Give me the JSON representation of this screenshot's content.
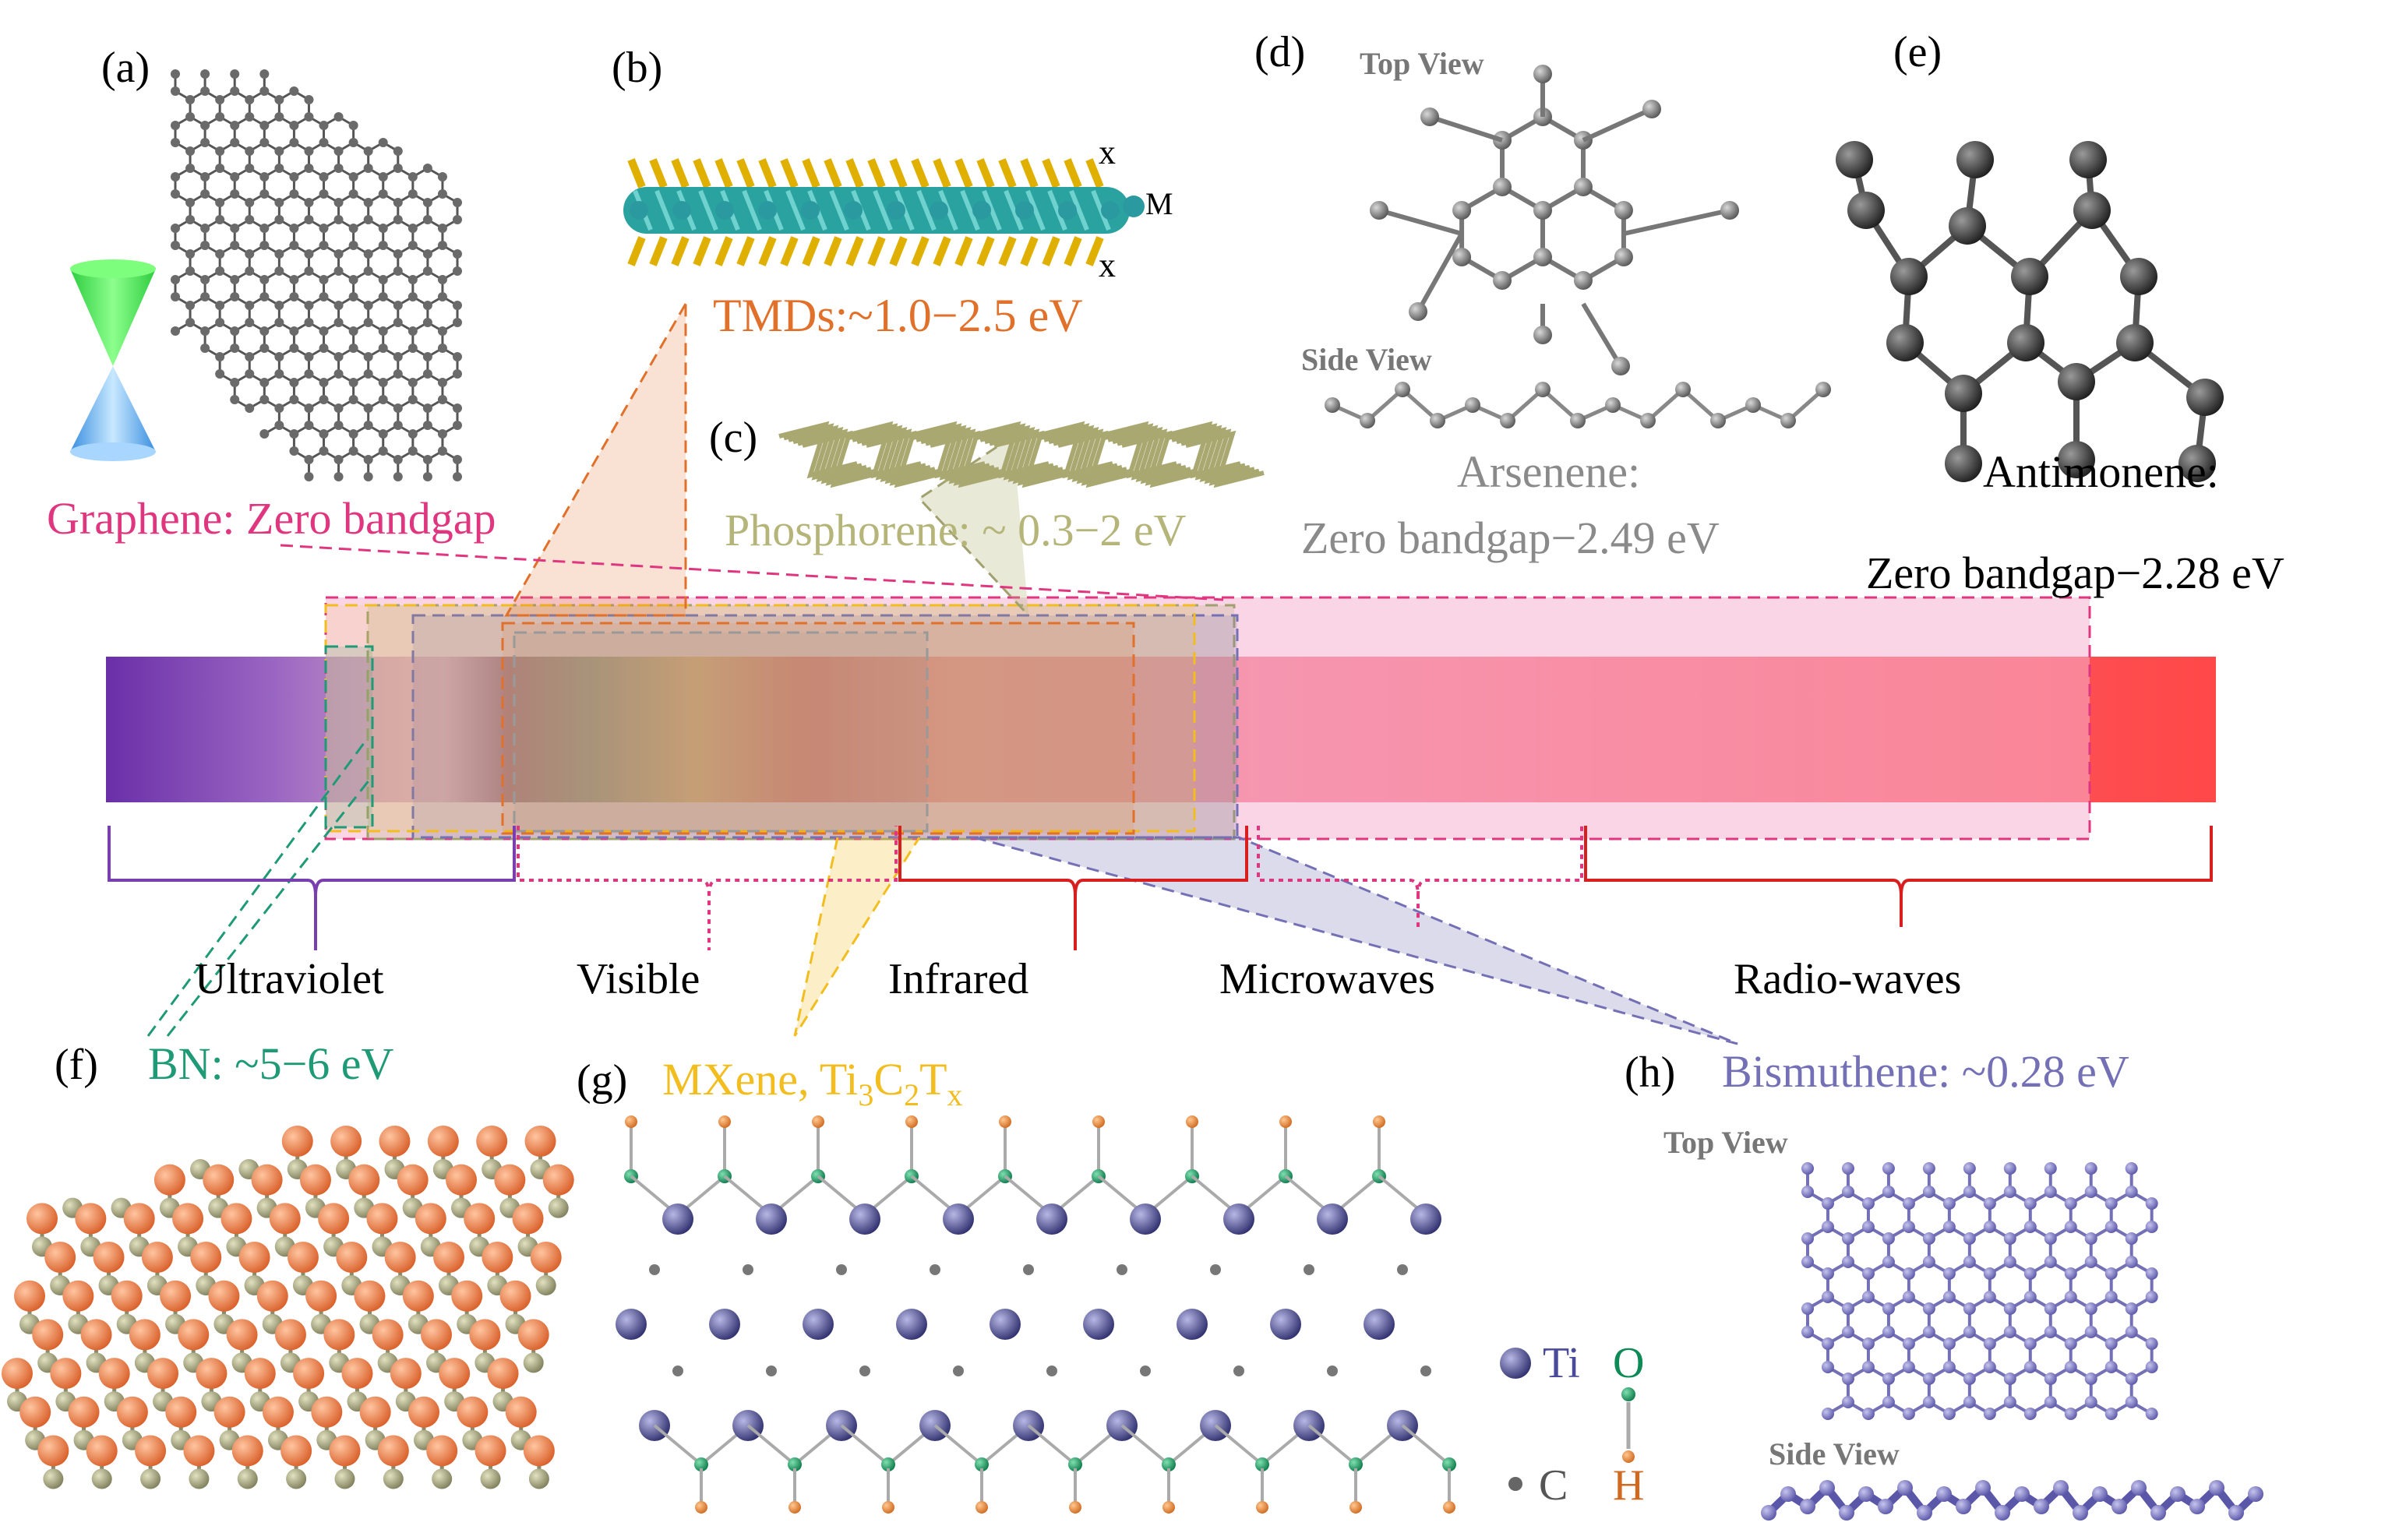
{
  "panels": {
    "a": "(a)",
    "b": "(b)",
    "c": "(c)",
    "d": "(d)",
    "e": "(e)",
    "f": "(f)",
    "g": "(g)",
    "h": "(h)"
  },
  "materials": {
    "graphene": "Graphene: Zero bandgap",
    "tmds": "TMDs:~1.0−2.5 eV",
    "phosphorene": "Phosphorene: ~ 0.3−2 eV",
    "arsenene_name": "Arsenene:",
    "arsenene_gap": "Zero bandgap−2.49 eV",
    "antimonene_name": "Antimonene:",
    "antimonene_gap": "Zero bandgap−2.28 eV",
    "bn": "BN: ~5−6 eV",
    "mxene_prefix": "MXene, Ti",
    "mxene_s1": "3",
    "mxene_c": "C",
    "mxene_s2": "2",
    "mxene_t": "T",
    "mxene_s3": "x",
    "bismuthene": "Bismuthene: ~0.28 eV"
  },
  "views": {
    "d_top": "Top View",
    "d_side": "Side View",
    "h_top": "Top View",
    "h_side": "Side View"
  },
  "atoms": {
    "x_top": "x",
    "m": "M",
    "x_bottom": "x"
  },
  "legend": {
    "ti": "Ti",
    "o": "O",
    "c": "C",
    "h": "H"
  },
  "spectrum": {
    "bands": [
      "Ultraviolet",
      "Visible",
      "Infrared",
      "Microwaves",
      "Radio-waves"
    ]
  },
  "colors": {
    "graphene": "#e0367f",
    "tmds": "#e0702a",
    "phosphorene": "#b5b57a",
    "arsenene": "#8a8a8a",
    "bn": "#1f9a76",
    "mxene": "#f2bd1e",
    "bismuthene": "#7470b5",
    "ultraviolet": "#7a3fae",
    "visible": "#e0367f",
    "infrared": "#d81e1e",
    "microwaves": "#e0367f",
    "radio": "#d81e1e"
  }
}
